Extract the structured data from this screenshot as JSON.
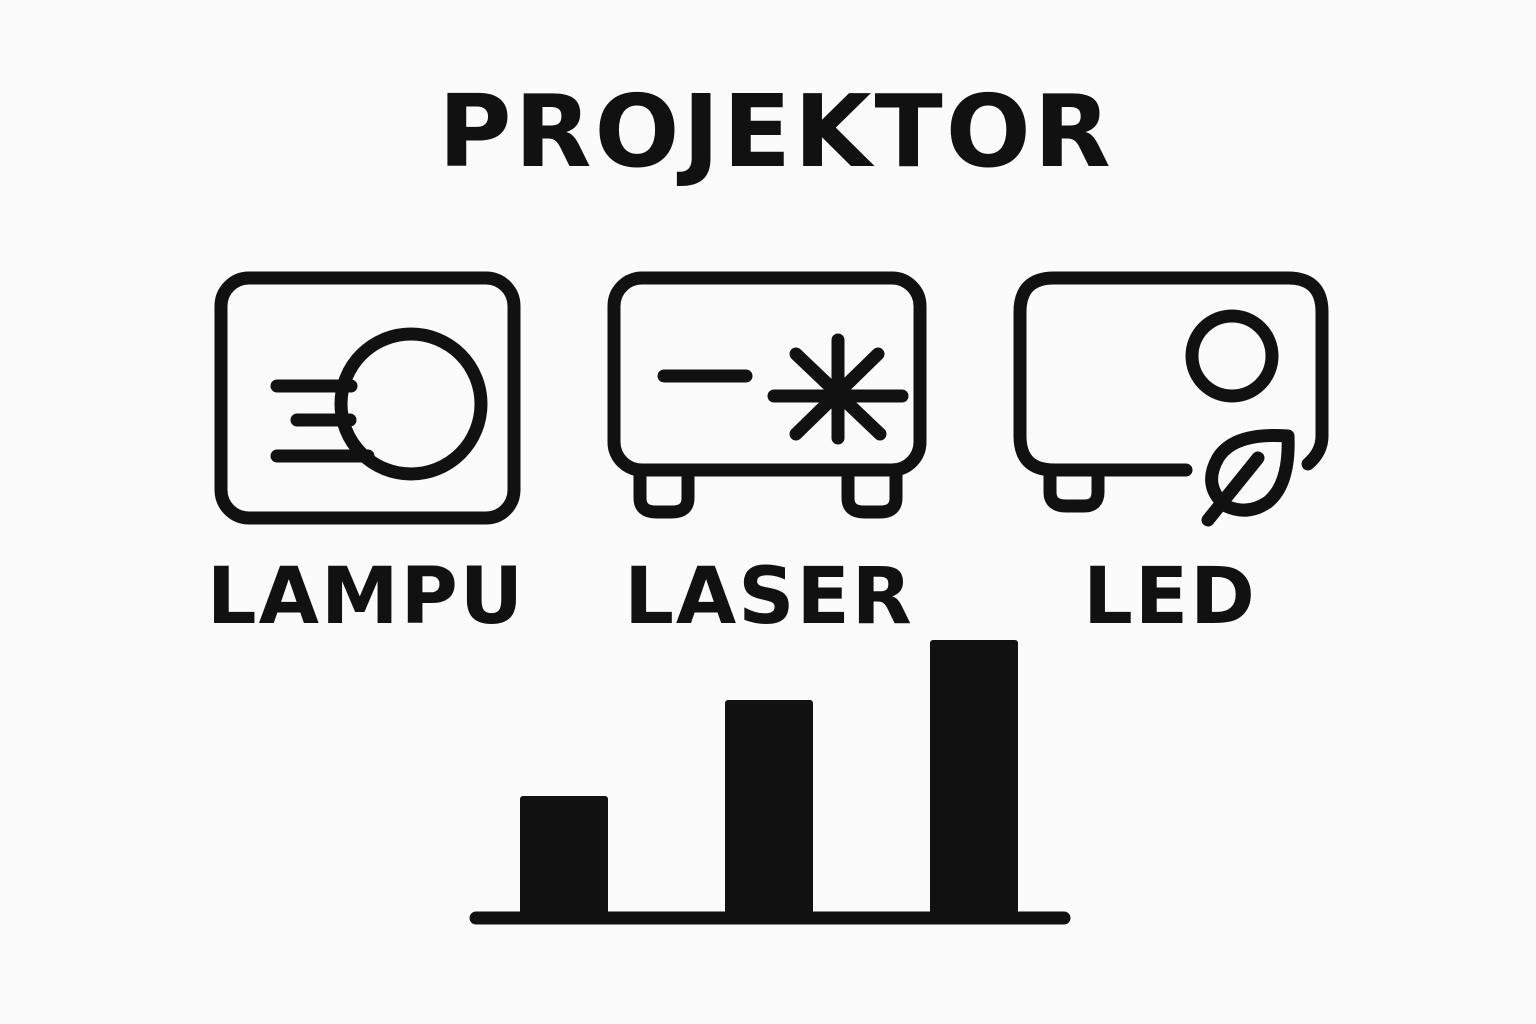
{
  "title": "PROJEKTOR",
  "projectors": [
    {
      "label": "LAMPU",
      "icon": "lamp-projector-icon"
    },
    {
      "label": "LASER",
      "icon": "laser-projector-icon"
    },
    {
      "label": "LED",
      "icon": "led-projector-icon"
    }
  ],
  "colors": {
    "ink": "#111111",
    "background": "#fbfbfb"
  },
  "chart_data": {
    "type": "bar",
    "categories": [
      "",
      "",
      ""
    ],
    "values": [
      30,
      54,
      69
    ],
    "ylim": [
      0,
      75
    ],
    "title": "",
    "xlabel": "",
    "ylabel": "",
    "grid": false
  }
}
